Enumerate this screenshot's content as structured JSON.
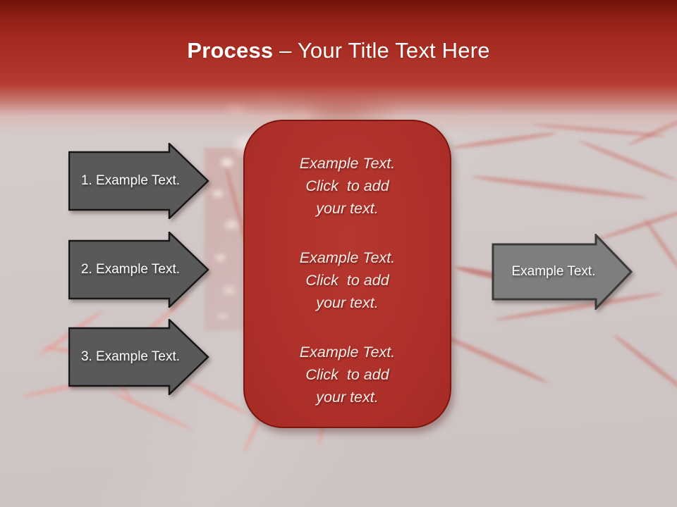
{
  "slide_title": {
    "emphasis": "Process",
    "rest": " – Your Title Text Here"
  },
  "left_arrows": [
    {
      "label": "1. Example Text."
    },
    {
      "label": "2. Example Text."
    },
    {
      "label": "3. Example Text."
    }
  ],
  "right_arrow": {
    "label": "Example Text."
  },
  "center_panel": {
    "blocks": [
      {
        "lines": [
          "Example Text.",
          "Click  to add",
          "your text."
        ]
      },
      {
        "lines": [
          "Example Text.",
          "Click  to add",
          "your text."
        ]
      },
      {
        "lines": [
          "Example Text.",
          "Click  to add",
          "your text."
        ]
      }
    ]
  },
  "colors": {
    "header_red_dark": "#701309",
    "header_red": "#b0352a",
    "panel_red": "#ae302a",
    "panel_border_red": "#7c150e",
    "left_arrow_gray": "#595959",
    "right_arrow_gray": "#7e7e7e",
    "arrow_border": "#161616",
    "background_gray": "#d0c7c6",
    "text_white": "#ffffff"
  }
}
